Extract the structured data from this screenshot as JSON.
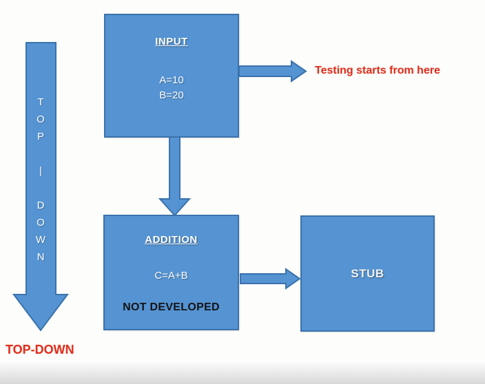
{
  "colors": {
    "box_fill": "#5593d2",
    "box_border": "#3a72ac",
    "accent_red": "#e0301e",
    "box_text_white": "#ffffff",
    "note_text_black": "#141414",
    "background": "#fdfdfb"
  },
  "diagram": {
    "left_flow_arrow": {
      "vertical_label": "T\nO\nP\n\n|\n\nD\nO\nW\nN"
    },
    "footer_label": "TOP-DOWN",
    "input_box": {
      "title": "INPUT",
      "line1": "A=10",
      "line2": "B=20"
    },
    "addition_box": {
      "title": "ADDITION",
      "formula": "C=A+B",
      "note": "NOT DEVELOPED"
    },
    "stub_box": {
      "title": "STUB"
    },
    "testing_annotation": "Testing starts from here"
  }
}
